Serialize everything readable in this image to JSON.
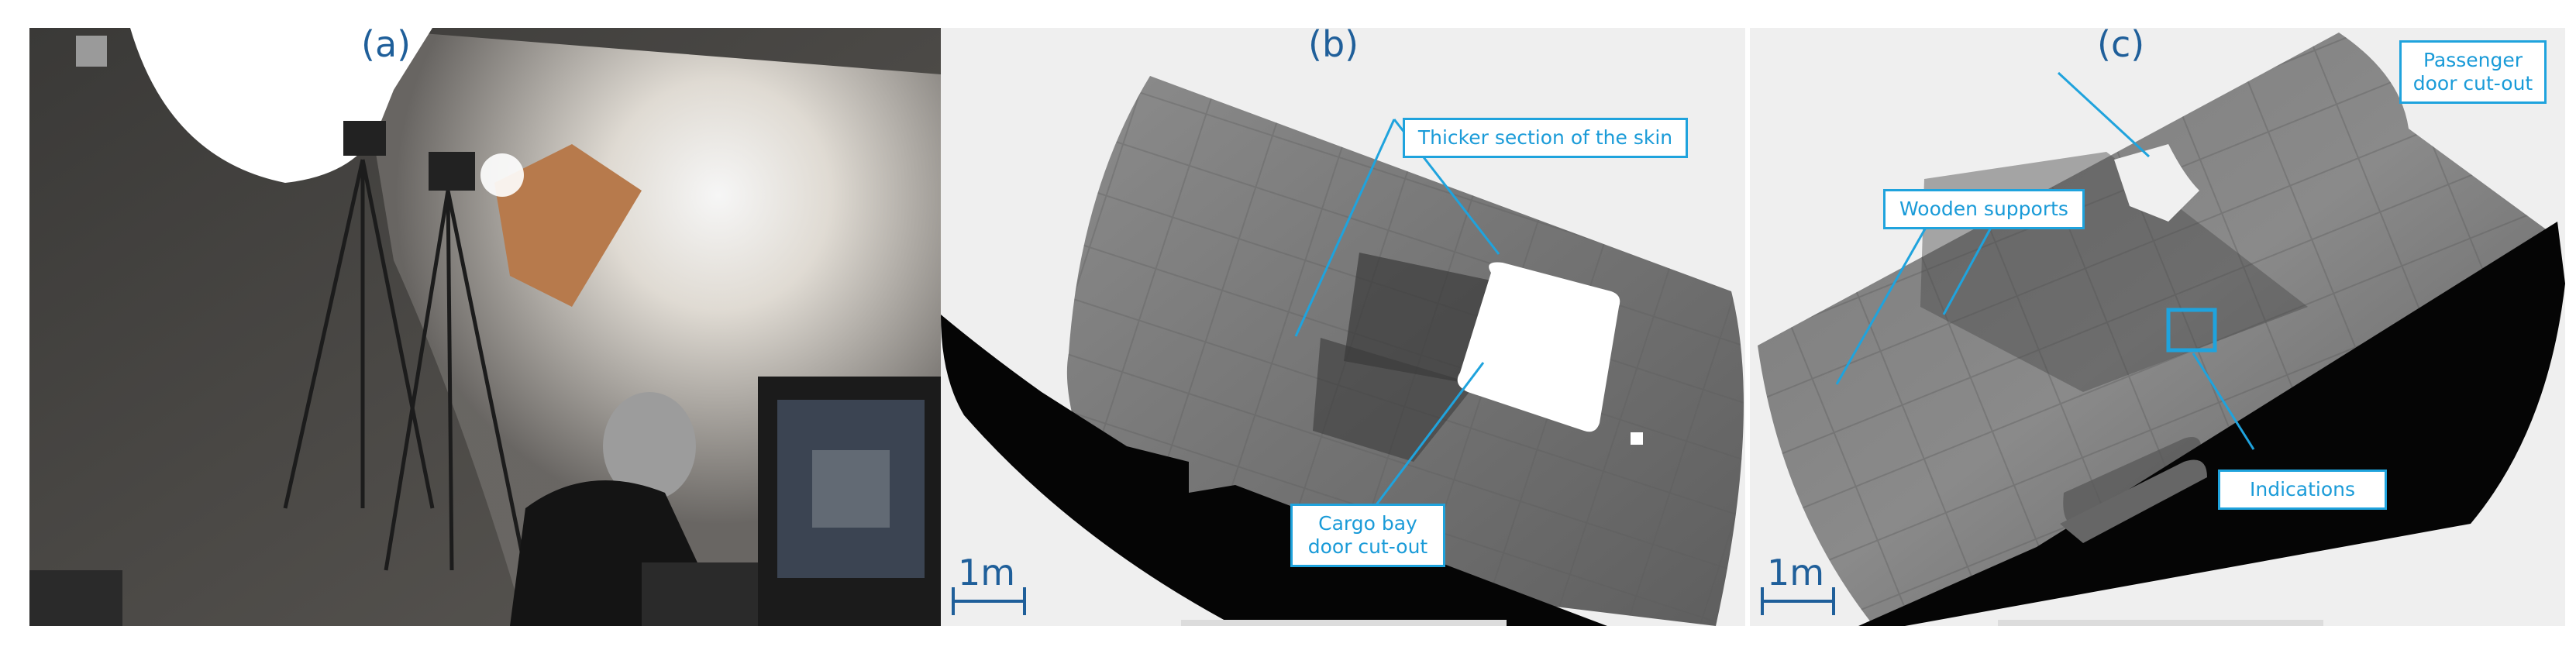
{
  "panels": {
    "a": {
      "label": "(a)"
    },
    "b": {
      "label": "(b)"
    },
    "c": {
      "label": "(c)"
    }
  },
  "callouts": {
    "thicker_section": "Thicker section of the skin",
    "cargo_bay": "Cargo bay door cut-out",
    "passenger_door": "Passenger door cut-out",
    "wooden_supports": "Wooden supports",
    "indications": "Indications"
  },
  "scale_bar": {
    "b": "1m",
    "c": "1m"
  },
  "colors": {
    "accent": "#1fa3dd",
    "label": "#1f5f9a"
  }
}
